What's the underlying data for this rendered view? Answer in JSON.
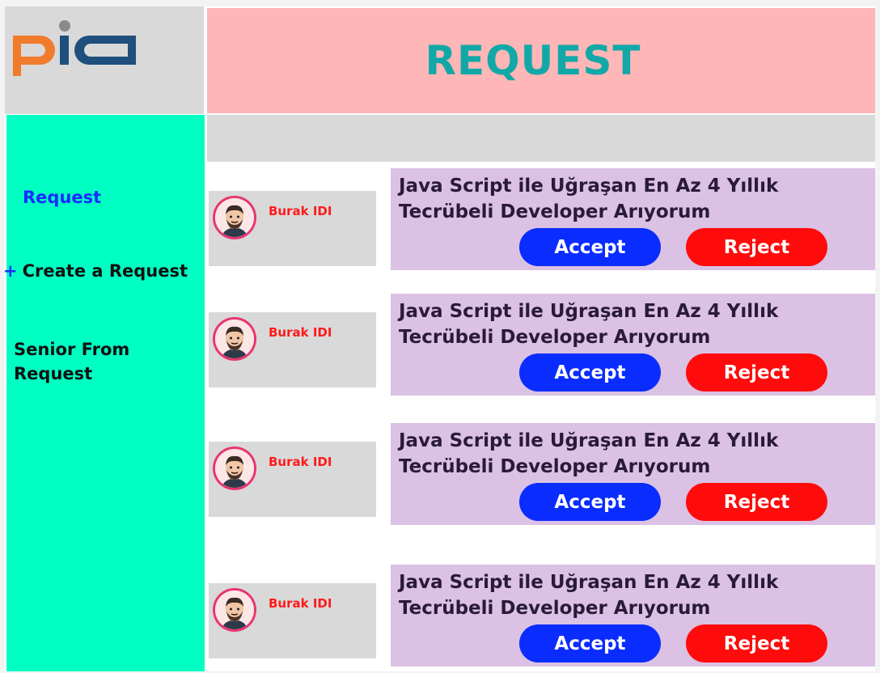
{
  "header": {
    "title": "REQUEST"
  },
  "logo": {
    "text": "pia",
    "colors": {
      "p": "#f07b2b",
      "i_dot": "#8a8a8a",
      "ia": "#1e4f7d"
    }
  },
  "sidebar": {
    "items": [
      {
        "label": "Request"
      },
      {
        "prefix": "+",
        "label": "Create a Request"
      },
      {
        "label": "Senior From Request"
      }
    ]
  },
  "requests": [
    {
      "user": "Burak IDI",
      "text": "Java Script ile Uğraşan En Az 4 Yıllık Tecrübeli Developer Arıyorum",
      "accept": "Accept",
      "reject": "Reject"
    },
    {
      "user": "Burak IDI",
      "text": "Java Script ile Uğraşan En Az 4 Yıllık Tecrübeli Developer Arıyorum",
      "accept": "Accept",
      "reject": "Reject"
    },
    {
      "user": "Burak IDI",
      "text": "Java Script ile Uğraşan En Az 4 Yıllık Tecrübeli Developer Arıyorum",
      "accept": "Accept",
      "reject": "Reject"
    },
    {
      "user": "Burak IDI",
      "text": "Java Script ile Uğraşan En Az 4 Yıllık Tecrübeli Developer Arıyorum",
      "accept": "Accept",
      "reject": "Reject"
    }
  ],
  "colors": {
    "sidebar": "#00ffc3",
    "header": "#ffb6b6",
    "title": "#12a8a8",
    "accept": "#0a2cff",
    "reject": "#ff0b0b",
    "request_card": "#dbc1e4",
    "user_name": "#ff1a1a"
  }
}
